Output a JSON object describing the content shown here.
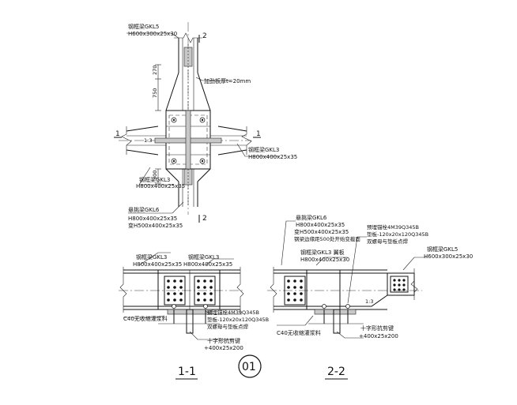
{
  "plan": {
    "top_beam_label": "钢框梁GKL5",
    "top_beam_size": "H600x300x25x30",
    "stiffener_note": "加劲板厚t=20mm",
    "dim_270": "270",
    "dim_750": "750",
    "dim_500": "500",
    "dim_13": "1:3",
    "right_beam_label": "钢框梁GKL3",
    "right_beam_size": "H800x400x25x35",
    "left_beam_label": "钢框梁GKL3",
    "left_beam_size": "H800x400x25x35",
    "bottom_beam_label": "悬挑梁GKL6",
    "bottom_beam_size": "H800x400x25x35",
    "bottom_beam_var": "变H500x400x25x35",
    "cut_2": "2",
    "cut_1": "1"
  },
  "section11": {
    "label_a": "钢框梁GKL3",
    "size_a": "H800x400x25x35",
    "label_b": "钢框梁GKL3",
    "size_b": "H800x400x25x35",
    "anchor_note": "预埋锚栓4M39Q345B",
    "pad_note": "垫板-120x20x120Q345B",
    "nut_note": "双螺母与垫板点焊",
    "concrete_note": "C40无收缩灌浆料",
    "shear_key": "十字形抗剪键",
    "shear_key_size": "+400x25x200",
    "title": "1-1"
  },
  "section22": {
    "cant_label": "悬挑梁GKL6",
    "cant_size": "H800x400x25x35",
    "cant_var": "变H500x400x25x35",
    "cant_note": "钢梁边缘距500处开始变截面",
    "frame_label": "钢框梁GKL3 翼板",
    "frame_size": "H800x400x25x30",
    "anchor_note": "预埋锚栓4M39Q345B",
    "pad_note": "垫板-120x20x120Q345B",
    "nut_note": "双螺母与垫板点焊",
    "right_label": "钢框梁GKL5",
    "right_size": "H600x300x25x30",
    "dim_13": "1:3",
    "concrete_note": "C40无收缩灌浆料",
    "shear_key": "十字形抗剪键",
    "shear_key_size": "+400x25x200",
    "title": "2-2"
  },
  "detail_number": "01"
}
